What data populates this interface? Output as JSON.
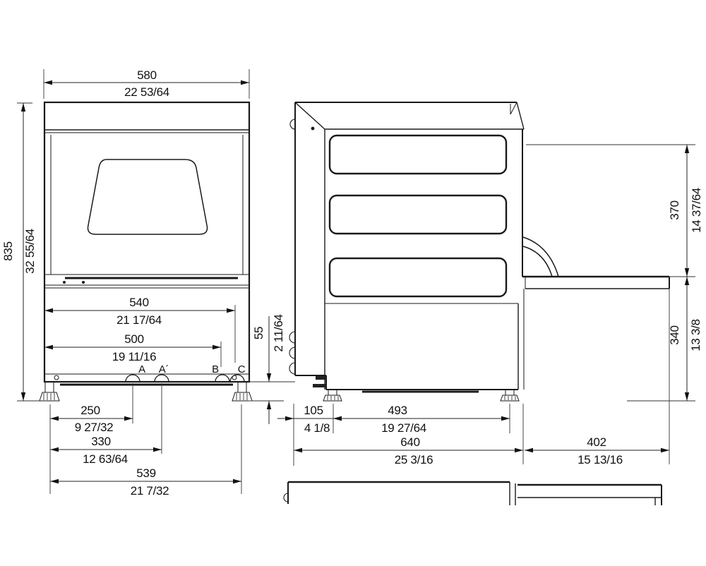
{
  "front_view": {
    "width": {
      "mm": "580",
      "inch": "22 53/64"
    },
    "height": {
      "mm": "835",
      "inch": "32 55/64"
    },
    "dim_540": {
      "mm": "540",
      "inch": "21 17/64"
    },
    "dim_500": {
      "mm": "500",
      "inch": "19 11/16"
    },
    "dim_250": {
      "mm": "250",
      "inch": "9 27/32"
    },
    "dim_330": {
      "mm": "330",
      "inch": "12 63/64"
    },
    "dim_539": {
      "mm": "539",
      "inch": "21 7/32"
    },
    "dim_55": {
      "mm": "55",
      "inch": "2 11/64"
    },
    "connections": {
      "a": "A",
      "a_prime": "A´",
      "b": "B",
      "c": "C"
    }
  },
  "side_view": {
    "dim_370": {
      "mm": "370",
      "inch": "14 37/64"
    },
    "dim_340": {
      "mm": "340",
      "inch": "13 3/8"
    },
    "dim_105": {
      "mm": "105",
      "inch": "4 1/8"
    },
    "dim_493": {
      "mm": "493",
      "inch": "19 27/64"
    },
    "dim_640": {
      "mm": "640",
      "inch": "25 3/16"
    },
    "dim_402": {
      "mm": "402",
      "inch": "15 13/16"
    }
  }
}
